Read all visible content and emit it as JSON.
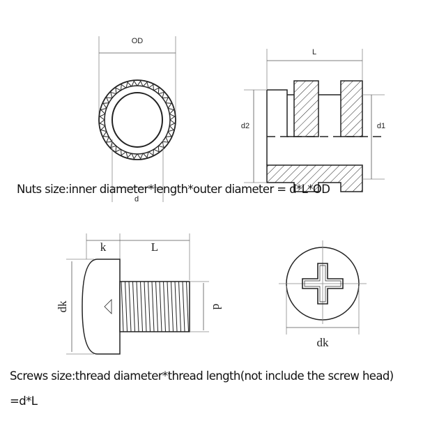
{
  "nut_diagram": {
    "labels": {
      "od": "OD",
      "d": "d",
      "l": "L",
      "d1": "d1",
      "d2": "d2"
    },
    "caption": "Nuts size:inner diameter*length*outer diameter  = d*L*OD"
  },
  "screw_diagram": {
    "labels": {
      "k": "k",
      "l": "L",
      "dk": "dk",
      "d": "d",
      "dk_top": "dk"
    },
    "caption_line1": "Screws size:thread diameter*thread length(not include the screw head)",
    "caption_line2": "=d*L"
  }
}
